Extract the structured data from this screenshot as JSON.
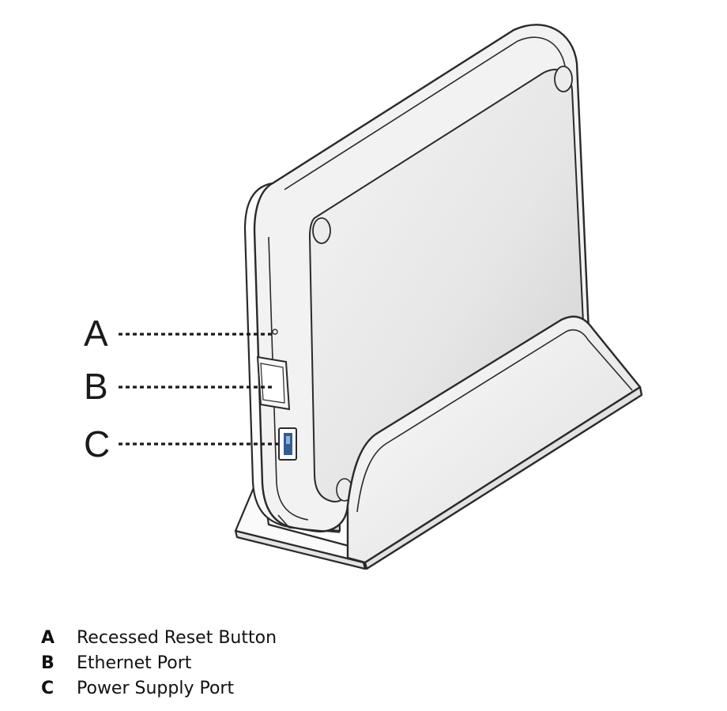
{
  "diagram": {
    "callouts": [
      {
        "letter": "A",
        "label": "Recessed Reset Button"
      },
      {
        "letter": "B",
        "label": "Ethernet Port"
      },
      {
        "letter": "C",
        "label": "Power Supply Port"
      }
    ]
  },
  "colors": {
    "outline": "#2a2a2a",
    "panel_light": "#f5f5f5",
    "panel_mid": "#d8d8d8",
    "port_blue": "#2f5f96"
  }
}
